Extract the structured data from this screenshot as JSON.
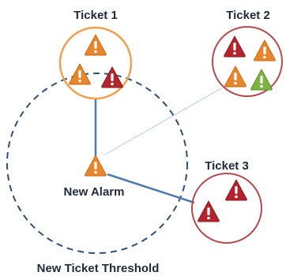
{
  "tickets": [
    {
      "label": "Ticket 1",
      "alarms": [
        "orange",
        "orange",
        "red"
      ]
    },
    {
      "label": "Ticket 2",
      "alarms": [
        "red",
        "orange",
        "orange",
        "green"
      ]
    },
    {
      "label": "Ticket 3",
      "alarms": [
        "red",
        "red"
      ]
    }
  ],
  "new_alarm": {
    "label": "New Alarm",
    "color": "orange"
  },
  "threshold": {
    "label": "New Ticket Threshold"
  },
  "colors": {
    "orange": "#e8862c",
    "red": "#b3242c",
    "green": "#7cb342",
    "ticket1_ring": "#f0a050",
    "ticket2_ring": "#b54a4f",
    "ticket3_ring": "#b54a4f",
    "threshold_ring": "#2d4f75",
    "strong_link": "#4f79ad",
    "weak_link": "#b7c7d8"
  },
  "icons": {
    "alarm": "warning-triangle-icon"
  }
}
